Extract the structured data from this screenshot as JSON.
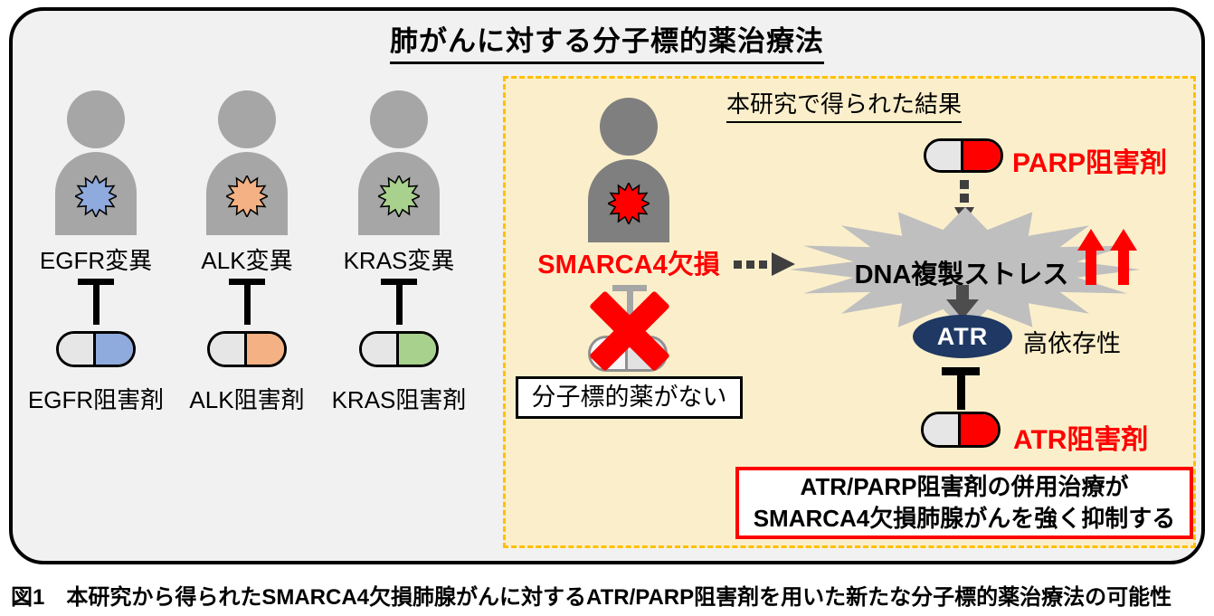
{
  "title": "肺がんに対する分子標的薬治療法",
  "caption": "図1　本研究から得られたSMARCA4欠損肺腺がんに対するATR/PARP阻害剤を用いた新たな分子標的薬治療法の可能性",
  "left_panel": {
    "patients": [
      {
        "mutation_label": "EGFR変異",
        "inhibitor_label": "EGFR阻害剤",
        "color": "#8FAADC"
      },
      {
        "mutation_label": "ALK変異",
        "inhibitor_label": "ALK阻害剤",
        "color": "#F4B183"
      },
      {
        "mutation_label": "KRAS変異",
        "inhibitor_label": "KRAS阻害剤",
        "color": "#A9D18E"
      }
    ]
  },
  "results_panel": {
    "heading": "本研究で得られた結果",
    "smarca4_label": "SMARCA4欠損",
    "no_drug_box": "分子標的薬がない",
    "parp_inhibitor_label": "PARP阻害剤",
    "dna_stress_label": "DNA複製ストレス",
    "atr_label": "ATR",
    "dependency_label": "高依存性",
    "atr_inhibitor_label": "ATR阻害剤",
    "conclusion_line1": "ATR/PARP阻害剤の併用治療が",
    "conclusion_line2": "SMARCA4欠損肺腺がんを強く抑制する"
  },
  "colors": {
    "accent_red": "#FF0000",
    "panel_bg": "#FBEFCB",
    "panel_border": "#FFC000",
    "person_gray": "#A6A6A6",
    "person_dark_gray": "#7F7F7F",
    "burst_gray": "#BFBFBF",
    "atr_navy": "#1F3864",
    "arrow_dark": "#3F3F3F",
    "pill_gray": "#E7E6E6",
    "frame_bg": "#F1F1F1"
  }
}
